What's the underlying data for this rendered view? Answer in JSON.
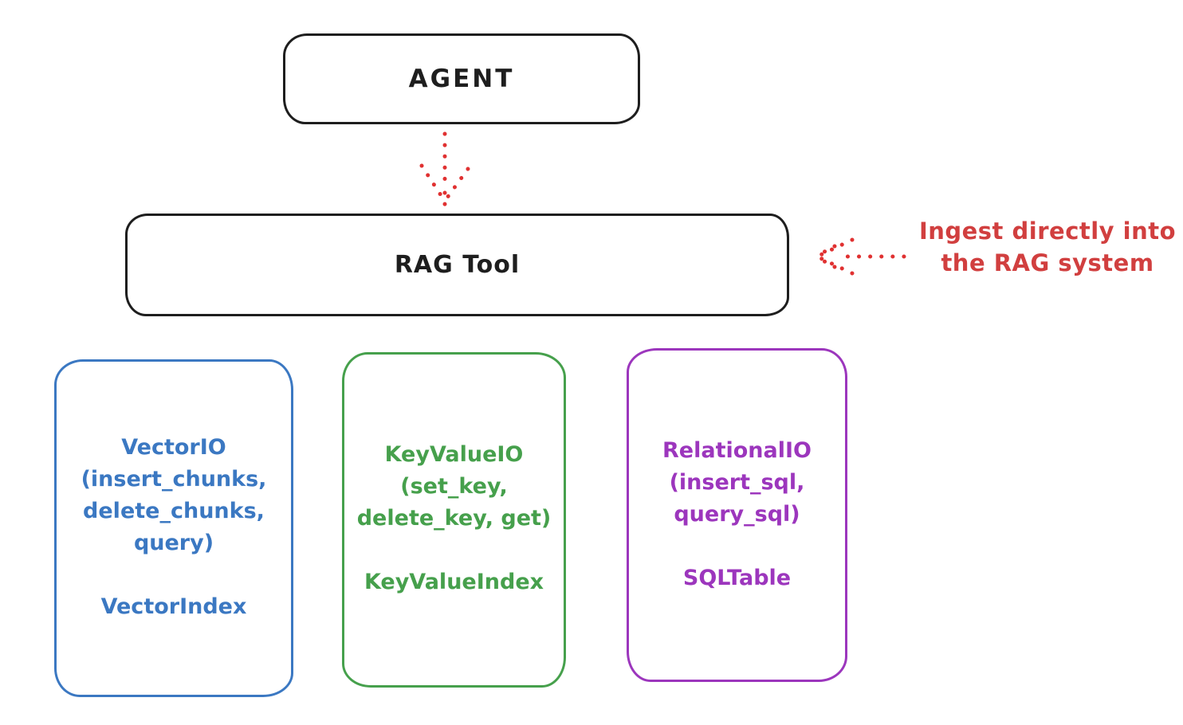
{
  "diagram": {
    "background": "#ffffff",
    "colors": {
      "ink": "#1e1e1e",
      "red": "#e03131",
      "blue": "#3b78c2",
      "green": "#46a04c",
      "purple": "#9c36bd"
    },
    "nodes": {
      "agent": {
        "label": "AGENT"
      },
      "rag_tool": {
        "label": "RAG Tool"
      },
      "vector": {
        "io": "VectorIO\n(insert_chunks,\ndelete_chunks,\nquery)",
        "index": "VectorIndex"
      },
      "keyvalue": {
        "io": "KeyValueIO\n(set_key,\ndelete_key, get)",
        "index": "KeyValueIndex"
      },
      "relational": {
        "io": "RelationalIO\n(insert_sql,\nquery_sql)",
        "index": "SQLTable"
      }
    },
    "annotation": {
      "text": "Ingest directly into\nthe RAG system"
    }
  }
}
